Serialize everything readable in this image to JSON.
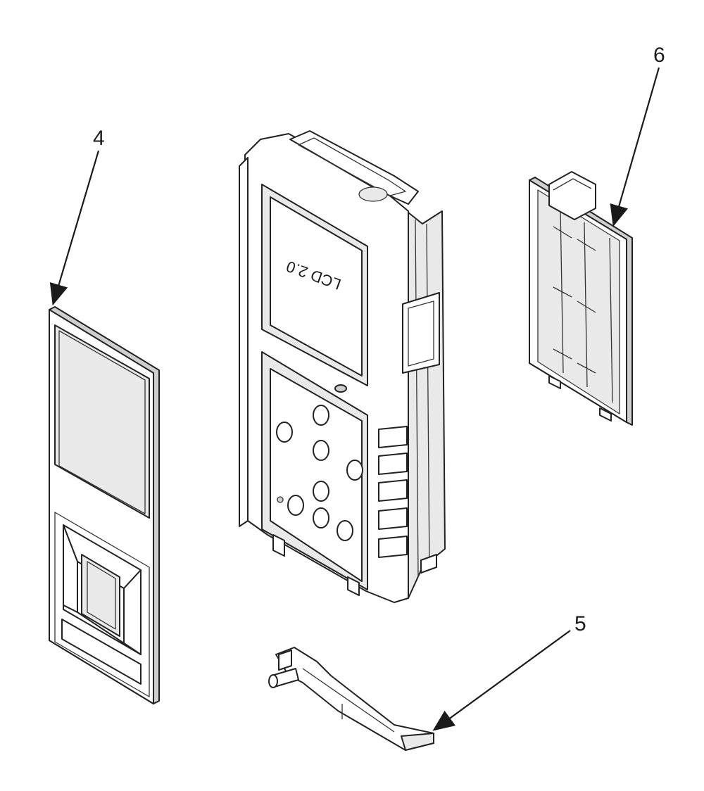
{
  "callouts": [
    {
      "id": "4",
      "label": "4"
    },
    {
      "id": "5",
      "label": "5"
    },
    {
      "id": "6",
      "label": "6"
    }
  ],
  "device": {
    "screen_label": "LCD 2.0"
  },
  "colors": {
    "line": "#222222",
    "background": "#ffffff",
    "shade": "#e9e9e9"
  }
}
